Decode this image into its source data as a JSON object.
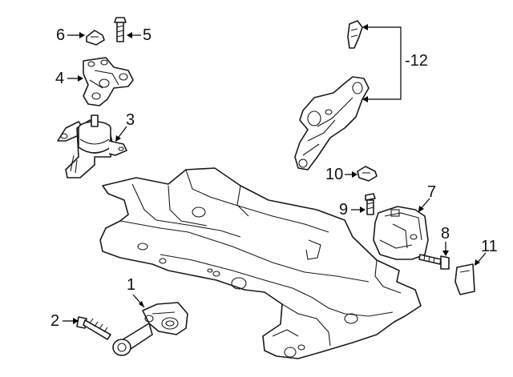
{
  "callouts": {
    "c1": "1",
    "c2": "2",
    "c3": "3",
    "c4": "4",
    "c5": "5",
    "c6": "6",
    "c7": "7",
    "c8": "8",
    "c9": "9",
    "c10": "10",
    "c11": "11",
    "c12": "12"
  },
  "parts": [
    {
      "callout": "1",
      "icon": "torque-rod-mount-icon"
    },
    {
      "callout": "2",
      "icon": "long-bolt-icon"
    },
    {
      "callout": "3",
      "icon": "engine-mount-icon"
    },
    {
      "callout": "4",
      "icon": "mount-bracket-icon"
    },
    {
      "callout": "5",
      "icon": "bolt-icon"
    },
    {
      "callout": "6",
      "icon": "nut-icon"
    },
    {
      "callout": "7",
      "icon": "transmission-mount-icon"
    },
    {
      "callout": "8",
      "icon": "bolt-icon"
    },
    {
      "callout": "9",
      "icon": "bolt-icon"
    },
    {
      "callout": "10",
      "icon": "nut-icon"
    },
    {
      "callout": "11",
      "icon": "cover-icon"
    },
    {
      "callout": "12",
      "icon": "bracket-assembly-icon"
    }
  ],
  "colors": {
    "line": "#1a1a1a",
    "background": "#ffffff"
  }
}
